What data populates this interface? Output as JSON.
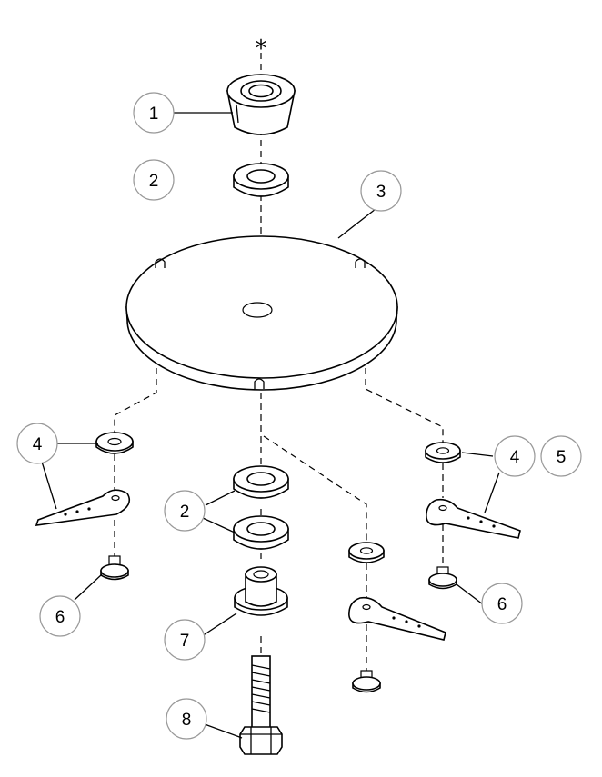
{
  "annotation": {
    "marker": "*"
  },
  "callouts": [
    {
      "id": "c1",
      "label": "1"
    },
    {
      "id": "c2a",
      "label": "2"
    },
    {
      "id": "c3",
      "label": "3"
    },
    {
      "id": "c4l",
      "label": "4"
    },
    {
      "id": "c2b",
      "label": "2"
    },
    {
      "id": "c4r",
      "label": "4"
    },
    {
      "id": "c5",
      "label": "5"
    },
    {
      "id": "c6l",
      "label": "6"
    },
    {
      "id": "c6r",
      "label": "6"
    },
    {
      "id": "c7",
      "label": "7"
    },
    {
      "id": "c8",
      "label": "8"
    }
  ]
}
